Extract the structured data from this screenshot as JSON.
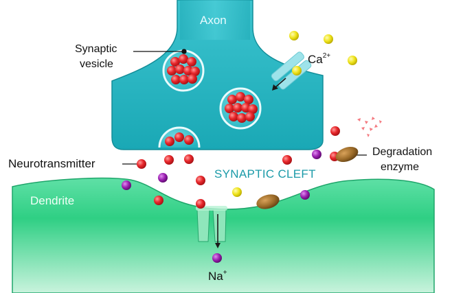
{
  "labels": {
    "axon": "Axon",
    "synaptic_vesicle_line1": "Synaptic",
    "synaptic_vesicle_line2": "vesicle",
    "calcium_base": "Ca",
    "calcium_charge": "2+",
    "neurotransmitter": "Neurotransmitter",
    "synaptic_cleft": "SYNAPTIC CLEFT",
    "degradation_line1": "Degradation",
    "degradation_line2": "enzyme",
    "dendrite": "Dendrite",
    "sodium_base": "Na",
    "sodium_charge": "+"
  },
  "colors": {
    "axon_teal": "#23b4c0",
    "dendrite_green": "#2fcf84",
    "neurotransmitter_red": "#e8282c",
    "calcium_yellow": "#eee31a",
    "sodium_purple": "#9a1fb0",
    "enzyme_brown": "#9a6a28",
    "cleft_text": "#1a9aa8"
  },
  "icons": {
    "calcium_channel": "ion-channel-icon",
    "receptor": "receptor-channel-icon",
    "vesicle": "vesicle-icon",
    "enzyme": "enzyme-icon"
  }
}
